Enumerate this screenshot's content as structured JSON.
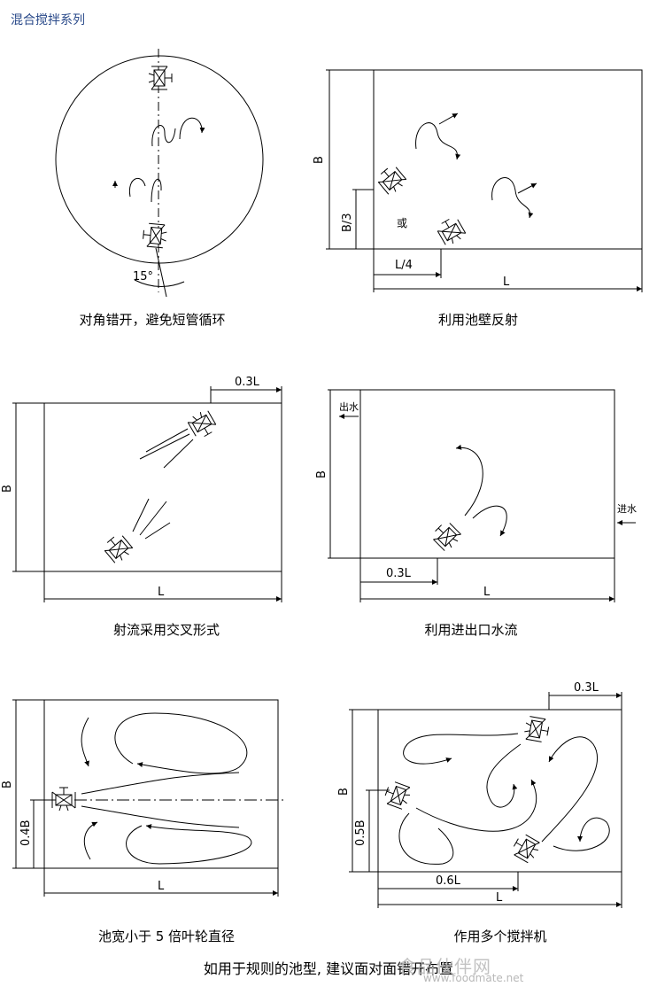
{
  "header": {
    "title": "混合搅拌系列"
  },
  "panels": {
    "p1": {
      "caption": "对角错开，避免短管循环",
      "angle_label": "15°"
    },
    "p2": {
      "caption": "利用池壁反射",
      "label_b": "B",
      "label_b3": "B/3",
      "label_l4": "L/4",
      "label_l": "L",
      "label_or": "或"
    },
    "p3": {
      "caption": "射流采用交叉形式",
      "label_03l": "0.3L",
      "label_b": "B",
      "label_l": "L"
    },
    "p4": {
      "caption": "利用进出口水流",
      "label_out": "出水",
      "label_in": "进水",
      "label_b": "B",
      "label_03l": "0.3L",
      "label_l": "L"
    },
    "p5": {
      "caption": "池宽小于 5 倍叶轮直径",
      "label_b": "B",
      "label_04b": "0.4B",
      "label_l": "L"
    },
    "p6": {
      "caption": "作用多个搅拌机",
      "label_03l": "0.3L",
      "label_b": "B",
      "label_05b": "0.5B",
      "label_06l": "0.6L",
      "label_l": "L"
    }
  },
  "footer": {
    "note": "如用于规则的池型, 建议面对面错开布置"
  },
  "watermark": {
    "text": "食品伙伴网",
    "url": "www.foodmate.net"
  }
}
